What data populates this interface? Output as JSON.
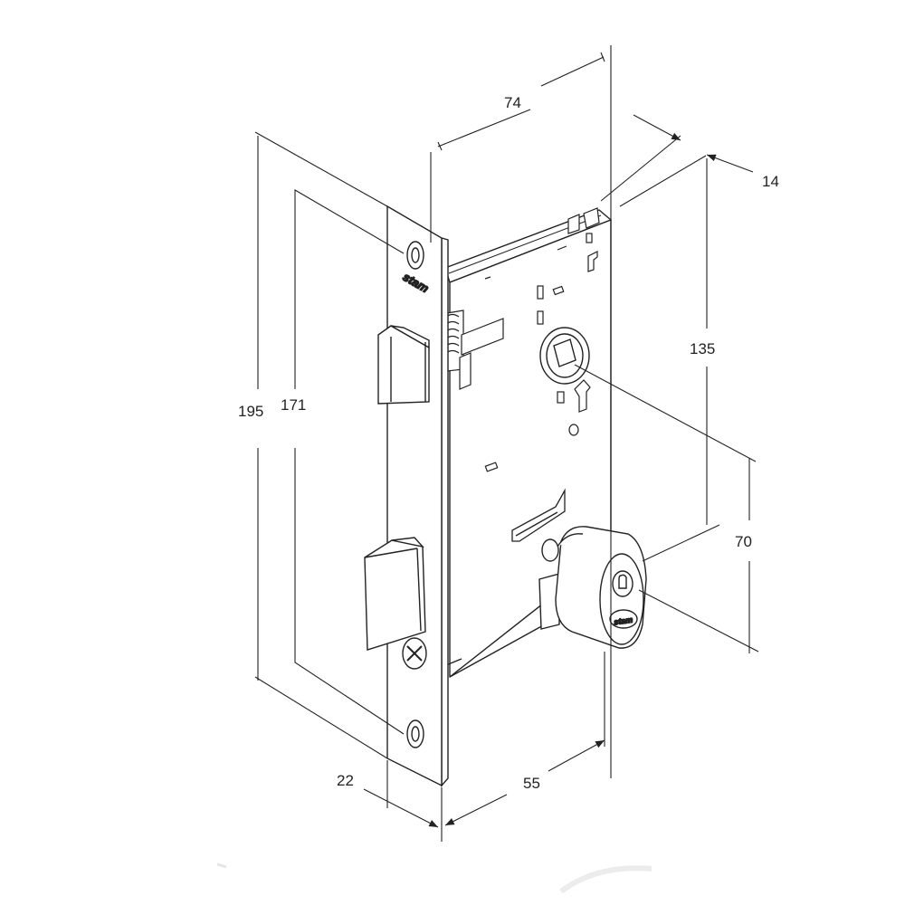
{
  "brand": {
    "faceplate_logo": "stam",
    "cylinder_logo": "stam"
  },
  "dimensions": {
    "depth_74": "74",
    "thickness_14": "14",
    "height_135": "135",
    "faceplate_195": "195",
    "faceplate_171": "171",
    "backset_70": "70",
    "width_22": "22",
    "backset_55": "55"
  },
  "colors": {
    "line": "#222222",
    "background": "#ffffff",
    "shadow": "#e8e8e8"
  }
}
